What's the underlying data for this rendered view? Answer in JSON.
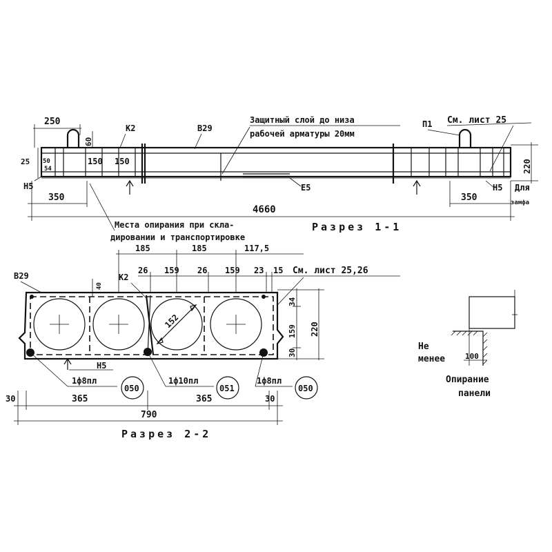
{
  "section11": {
    "title": "Разрез 1-1",
    "dims": {
      "d250": "250",
      "d60": "60",
      "d150a": "150",
      "d150b": "150",
      "d25": "25",
      "d50": "50",
      "d54": "54",
      "d350l": "350",
      "d4660": "4660",
      "d350r": "350",
      "d220": "220"
    },
    "marks": {
      "k2": "К2",
      "v29": "В29",
      "p1": "П1",
      "h5l": "Н5",
      "h5r": "Н5",
      "e5": "Е5"
    },
    "notes": {
      "cover_line1": "Защитный слой до низа",
      "cover_line2": "рабочей арматуры 20мм",
      "sheet_ref": "См. лист 25",
      "for_sealing_line1": "Для",
      "for_sealing_line2": "замфа",
      "support_line1": "Места опирания при скла-",
      "support_line2": "дировании и транспортировке"
    }
  },
  "section22": {
    "title": "Разрез 2-2",
    "dims": {
      "d185a": "185",
      "d185b": "185",
      "d1175": "117,5",
      "d26a": "26",
      "d159a": "159",
      "d26b": "26",
      "d159b": "159",
      "d23": "23",
      "d15": "15",
      "d40": "40",
      "d34": "34",
      "d159v": "159",
      "d30v": "30",
      "d220": "220",
      "d152": "152",
      "d30l": "30",
      "d365a": "365",
      "d365b": "365",
      "d30r": "30",
      "d790": "790"
    },
    "marks": {
      "v29": "В29",
      "k2": "К2",
      "h5": "Н5"
    },
    "sheet_ref": "См. лист 25,26",
    "callouts": [
      {
        "text": "1ф8пл",
        "code": "050"
      },
      {
        "text": "1ф10пл",
        "code": "051"
      },
      {
        "text": "1ф8пл",
        "code": "050"
      }
    ]
  },
  "support_detail": {
    "label_line1": "Не",
    "label_line2": "менее",
    "dim": "100",
    "title_line1": "Опирание",
    "title_line2": "панели"
  }
}
